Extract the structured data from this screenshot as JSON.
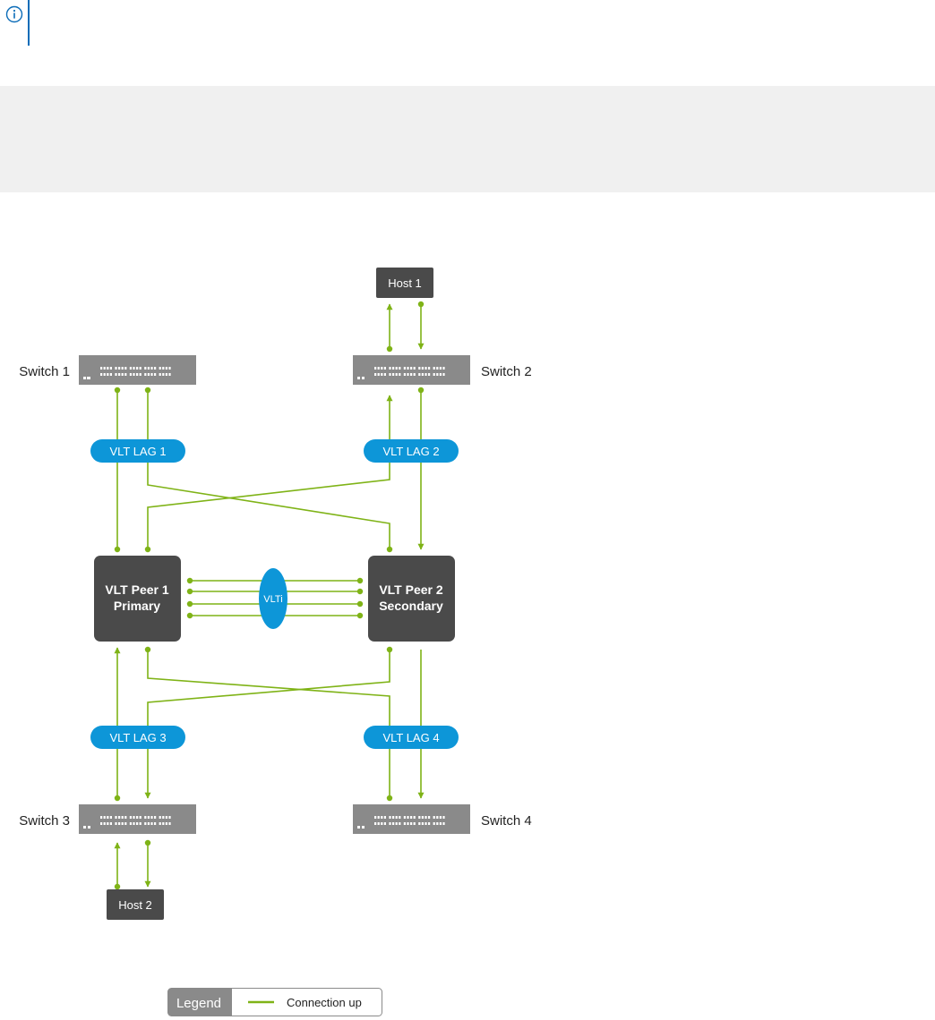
{
  "note": {
    "icon": "info-icon"
  },
  "code_block": {
    "text": ""
  },
  "diagram": {
    "hosts": [
      {
        "id": "host1",
        "label": "Host 1"
      },
      {
        "id": "host2",
        "label": "Host 2"
      }
    ],
    "switches": [
      {
        "id": "switch1",
        "label": "Switch 1"
      },
      {
        "id": "switch2",
        "label": "Switch 2"
      },
      {
        "id": "switch3",
        "label": "Switch 3"
      },
      {
        "id": "switch4",
        "label": "Switch 4"
      }
    ],
    "peers": [
      {
        "id": "peer1",
        "line1": "VLT Peer 1",
        "line2": "Primary"
      },
      {
        "id": "peer2",
        "line1": "VLT Peer 2",
        "line2": "Secondary"
      }
    ],
    "lags": [
      {
        "id": "lag1",
        "label": "VLT LAG 1"
      },
      {
        "id": "lag2",
        "label": "VLT LAG 2"
      },
      {
        "id": "lag3",
        "label": "VLT LAG 3"
      },
      {
        "id": "lag4",
        "label": "VLT LAG 4"
      }
    ],
    "vlti": {
      "label": "VLTi"
    },
    "legend": {
      "title": "Legend",
      "item": "Connection up"
    },
    "colors": {
      "link": "#7fb317",
      "lag_pill": "#0d96d8",
      "device": "#4a4a4a",
      "switch": "#8a8a8a",
      "legend_header": "#8a8a8a"
    }
  }
}
